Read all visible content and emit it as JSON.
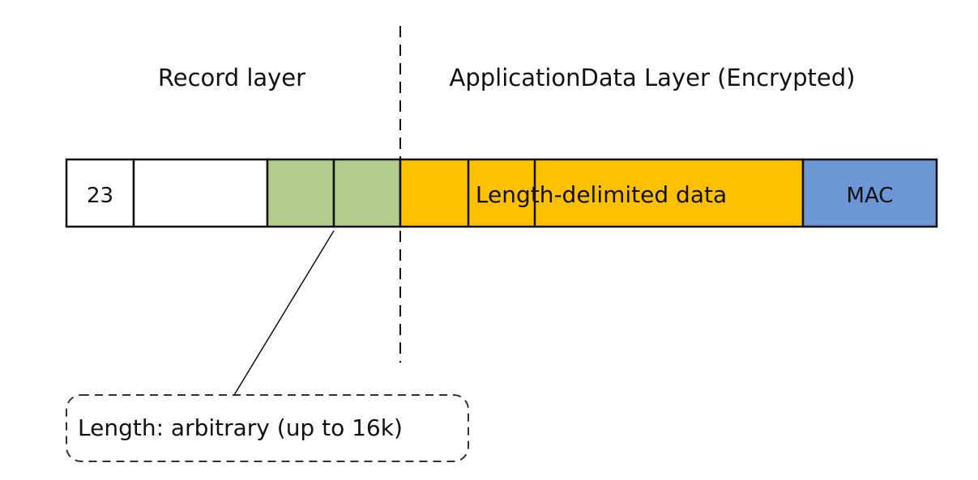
{
  "labels": {
    "record_layer": "Record layer",
    "application_layer": "ApplicationData Layer (Encrypted)",
    "content_type": "23",
    "length_delimited": "Length-delimited data",
    "mac": "MAC",
    "callout": "Length: arbitrary (up to 16k)"
  },
  "colors": {
    "record_fields": "#ffffff",
    "length_fields": "#b4cc8c",
    "encrypted_data": "#ffc000",
    "mac": "#6d96d6",
    "stroke": "#111111"
  }
}
